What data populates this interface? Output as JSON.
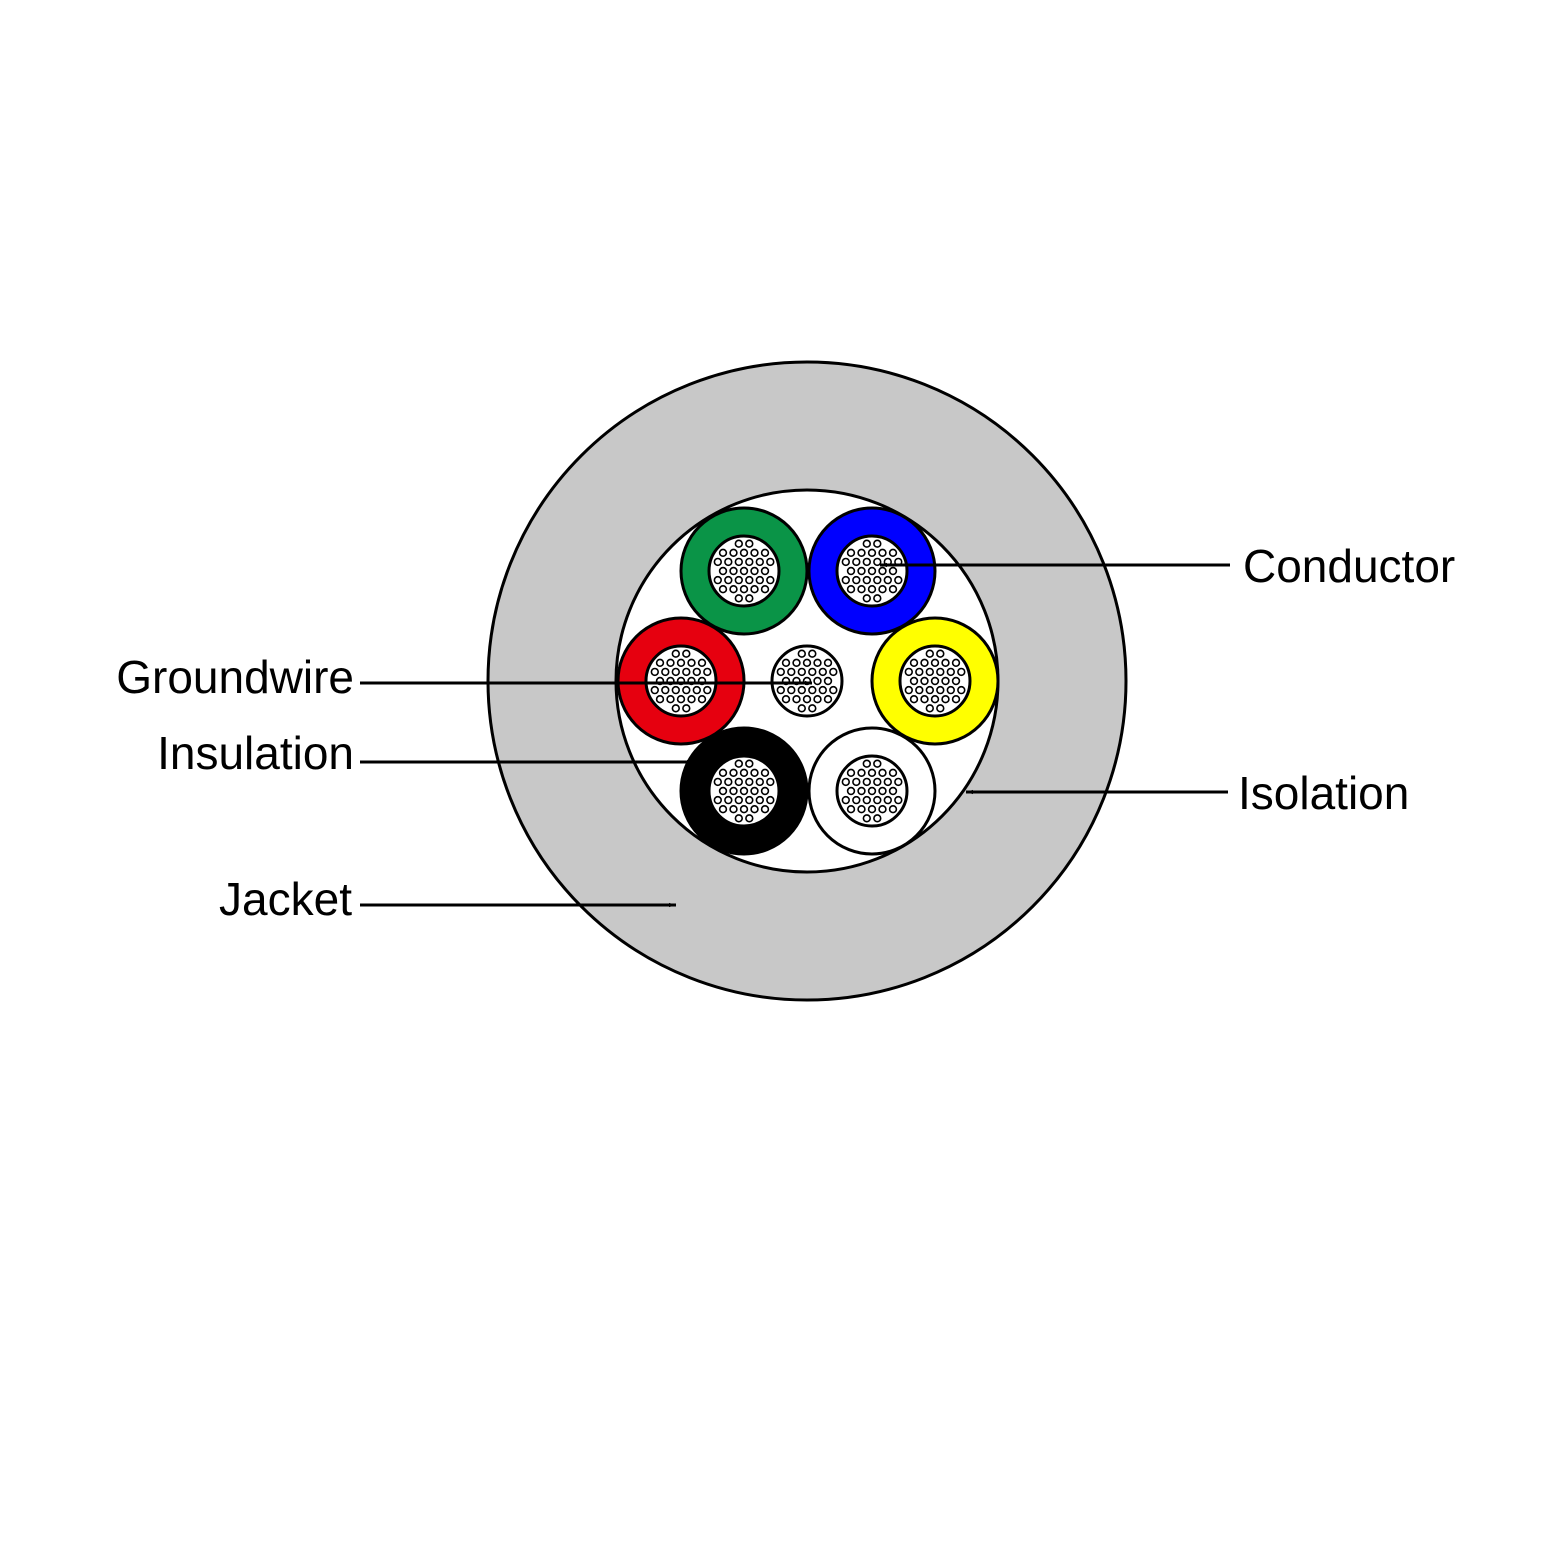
{
  "labels": {
    "conductor": "Conductor",
    "groundwire": "Groundwire",
    "insulation": "Insulation",
    "jacket": "Jacket",
    "isolation": "Isolation"
  },
  "colors": {
    "jacket": "#c8c8c8",
    "isolation": "#ffffff",
    "wire_green": "#0a9447",
    "wire_blue": "#0000ff",
    "wire_red": "#e6000f",
    "wire_yellow": "#ffff00",
    "wire_black": "#000000",
    "wire_white": "#ffffff",
    "strand_fill": "#ffffff",
    "strand_outline": "#000000",
    "outline": "#000000"
  },
  "wires": [
    {
      "name": "green-wire",
      "color": "green",
      "insulated": true
    },
    {
      "name": "blue-wire",
      "color": "blue",
      "insulated": true
    },
    {
      "name": "red-wire",
      "color": "red",
      "insulated": true
    },
    {
      "name": "groundwire",
      "color": "none",
      "insulated": false
    },
    {
      "name": "yellow-wire",
      "color": "yellow",
      "insulated": true
    },
    {
      "name": "black-wire",
      "color": "black",
      "insulated": true
    },
    {
      "name": "white-wire",
      "color": "white",
      "insulated": true
    }
  ]
}
